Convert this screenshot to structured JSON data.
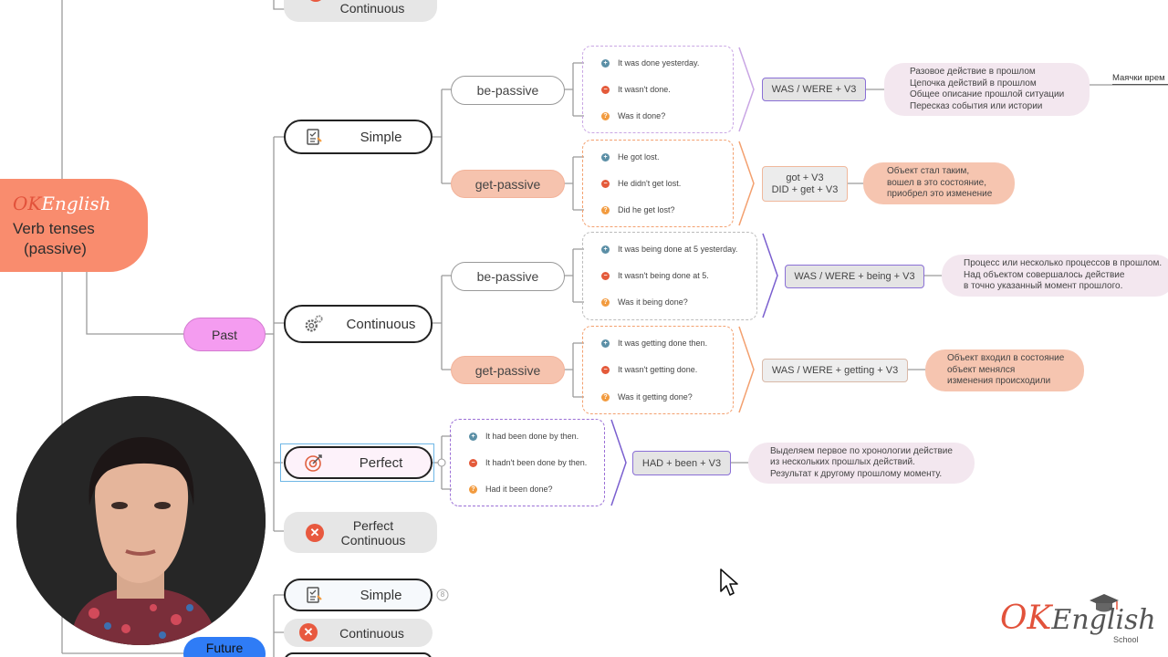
{
  "brand": {
    "ok": "OK",
    "english": "English",
    "title_line1": "Verb tenses",
    "title_line2": "(passive)",
    "logo_ok": "OK",
    "logo_english": "English",
    "logo_school": "School"
  },
  "branches": {
    "past": "Past",
    "future": "Future"
  },
  "tenses": {
    "top_continuous": "Continuous",
    "simple": "Simple",
    "continuous": "Continuous",
    "perfect": "Perfect",
    "perfect_continuous_l1": "Perfect",
    "perfect_continuous_l2": "Continuous",
    "future_simple": "Simple",
    "future_continuous": "Continuous",
    "future_simple_badge": "8"
  },
  "voices": {
    "simple_be": "be-passive",
    "simple_get": "get-passive",
    "cont_be": "be-passive",
    "cont_get": "get-passive"
  },
  "examples": {
    "simple_be": [
      "It was done yesterday.",
      "It wasn't done.",
      "Was it done?"
    ],
    "simple_get": [
      "He got lost.",
      "He didn't get lost.",
      "Did he get lost?"
    ],
    "cont_be": [
      "It was being done at 5 yesterday.",
      "It wasn't being done at 5.",
      "Was it being done?"
    ],
    "cont_get": [
      "It was getting done then.",
      "It wasn't getting done.",
      "Was it getting done?"
    ],
    "perfect": [
      "It had been done by then.",
      "It hadn't been done by then.",
      "Had it been done?"
    ]
  },
  "formulas": {
    "simple_be": "WAS / WERE + V3",
    "simple_get_l1": "got + V3",
    "simple_get_l2": "DID + get + V3",
    "cont_be": "WAS / WERE + being + V3",
    "cont_get": "WAS / WERE + getting + V3",
    "perfect": "HAD + been + V3"
  },
  "notes": {
    "simple_be": [
      "Разовое действие в прошлом",
      "Цепочка действий в прошлом",
      "Общее описание прошлой ситуации",
      "Пересказ события или истории"
    ],
    "simple_get": [
      "Объект стал таким,",
      "вошел в это состояние,",
      "приобрел это изменение"
    ],
    "cont_be": [
      "Процесс или несколько процессов в прошлом.",
      "Над объектом совершалось действие",
      "в точно указанный момент прошлого."
    ],
    "cont_get": [
      "Объект входил в состояние",
      "объект менялся",
      "изменения происходили"
    ],
    "perfect": [
      "Выделяем первое по хронологии действие",
      "из нескольких прошлых действий.",
      "Результат к другому прошлому моменту."
    ],
    "extra": "Маячки врем"
  },
  "colors": {
    "brand_orange": "#f98c6e",
    "past_pink": "#f49cf0",
    "future_blue": "#2f7cf6",
    "cross_red": "#e8593f"
  }
}
